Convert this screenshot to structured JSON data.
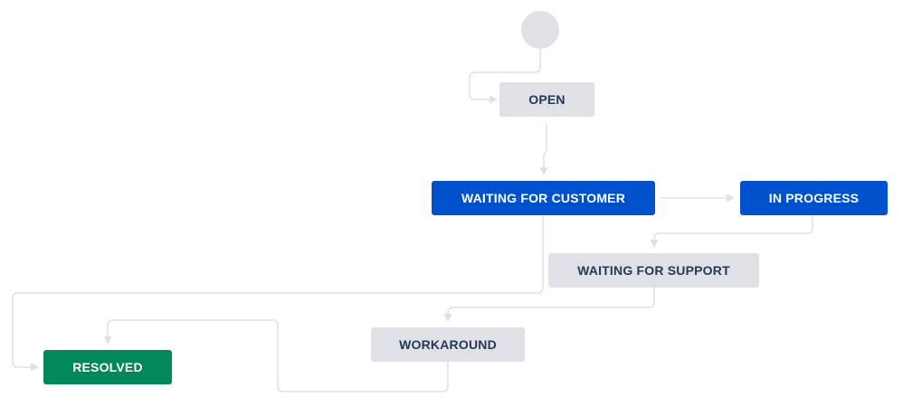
{
  "workflow": {
    "statuses": [
      {
        "id": "open",
        "label": "OPEN",
        "category": "todo"
      },
      {
        "id": "waiting_for_customer",
        "label": "WAITING FOR CUSTOMER",
        "category": "in_progress"
      },
      {
        "id": "in_progress",
        "label": "IN PROGRESS",
        "category": "in_progress"
      },
      {
        "id": "waiting_for_support",
        "label": "WAITING FOR SUPPORT",
        "category": "todo"
      },
      {
        "id": "workaround",
        "label": "WORKAROUND",
        "category": "todo"
      },
      {
        "id": "resolved",
        "label": "RESOLVED",
        "category": "done"
      }
    ],
    "transitions": [
      {
        "from": "start",
        "to": "open"
      },
      {
        "from": "open",
        "to": "waiting_for_customer"
      },
      {
        "from": "waiting_for_customer",
        "to": "in_progress"
      },
      {
        "from": "in_progress",
        "to": "waiting_for_support"
      },
      {
        "from": "waiting_for_support",
        "to": "workaround"
      },
      {
        "from": "workaround",
        "to": "resolved"
      },
      {
        "from": "waiting_for_customer",
        "to": "resolved"
      }
    ]
  },
  "colors": {
    "todo_bg": "#dfe1e6",
    "todo_text": "#253858",
    "in_progress_bg": "#0052cc",
    "done_bg": "#00875a",
    "connector": "#dfe1e6",
    "start_node": "#dfe1e6"
  }
}
